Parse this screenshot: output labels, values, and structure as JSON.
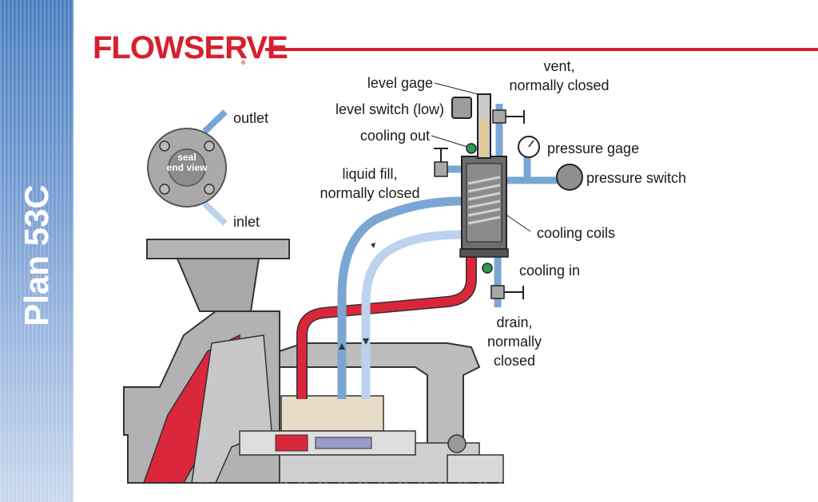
{
  "plan_title": "Plan 53C",
  "logo": {
    "text": "FLOWSERVE",
    "reg": "®"
  },
  "seal_view": {
    "outlet": "outlet",
    "inlet": "inlet",
    "center_line1": "seal",
    "center_line2": "end view"
  },
  "labels": {
    "level_gage": "level gage",
    "vent_line1": "vent,",
    "vent_line2": "normally closed",
    "level_switch": "level switch (low)",
    "cooling_out": "cooling out",
    "pressure_gage": "pressure gage",
    "liquid_fill_line1": "liquid fill,",
    "liquid_fill_line2": "normally closed",
    "pressure_switch": "pressure switch",
    "cooling_coils": "cooling coils",
    "cooling_in": "cooling in",
    "drain_line1": "drain,",
    "drain_line2": "normally",
    "drain_line3": "closed"
  },
  "colors": {
    "brand_red": "#d6202e",
    "pipe_blue": "#7aa6d4",
    "pipe_light_blue": "#bcd3ee",
    "pipe_red": "#d9263a",
    "sidebar_blue": "#4a7fc0"
  }
}
